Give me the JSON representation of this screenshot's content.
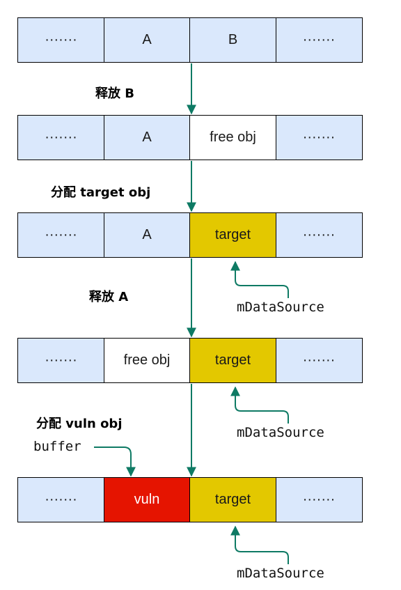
{
  "states": [
    {
      "cells": [
        {
          "text": "·······",
          "kind": "default"
        },
        {
          "text": "A",
          "kind": "default"
        },
        {
          "text": "B",
          "kind": "default"
        },
        {
          "text": "·······",
          "kind": "default"
        }
      ]
    },
    {
      "cells": [
        {
          "text": "·······",
          "kind": "default"
        },
        {
          "text": "A",
          "kind": "default"
        },
        {
          "text": "free obj",
          "kind": "free"
        },
        {
          "text": "·······",
          "kind": "default"
        }
      ]
    },
    {
      "cells": [
        {
          "text": "·······",
          "kind": "default"
        },
        {
          "text": "A",
          "kind": "default"
        },
        {
          "text": "target",
          "kind": "target"
        },
        {
          "text": "·······",
          "kind": "default"
        }
      ]
    },
    {
      "cells": [
        {
          "text": "·······",
          "kind": "default"
        },
        {
          "text": "free obj",
          "kind": "free"
        },
        {
          "text": "target",
          "kind": "target"
        },
        {
          "text": "·······",
          "kind": "default"
        }
      ]
    },
    {
      "cells": [
        {
          "text": "·······",
          "kind": "default"
        },
        {
          "text": "vuln",
          "kind": "vuln"
        },
        {
          "text": "target",
          "kind": "target"
        },
        {
          "text": "·······",
          "kind": "default"
        }
      ]
    }
  ],
  "steps": [
    "释放 B",
    "分配 target obj",
    "释放 A",
    "分配 vuln obj"
  ],
  "pointers": {
    "m_data_source": "mDataSource",
    "buffer": "buffer"
  },
  "colors": {
    "default_fill": "#dae8fc",
    "free_fill": "#ffffff",
    "target_fill": "#e3c800",
    "vuln_fill": "#e51400",
    "arrow": "#0e7a64"
  }
}
